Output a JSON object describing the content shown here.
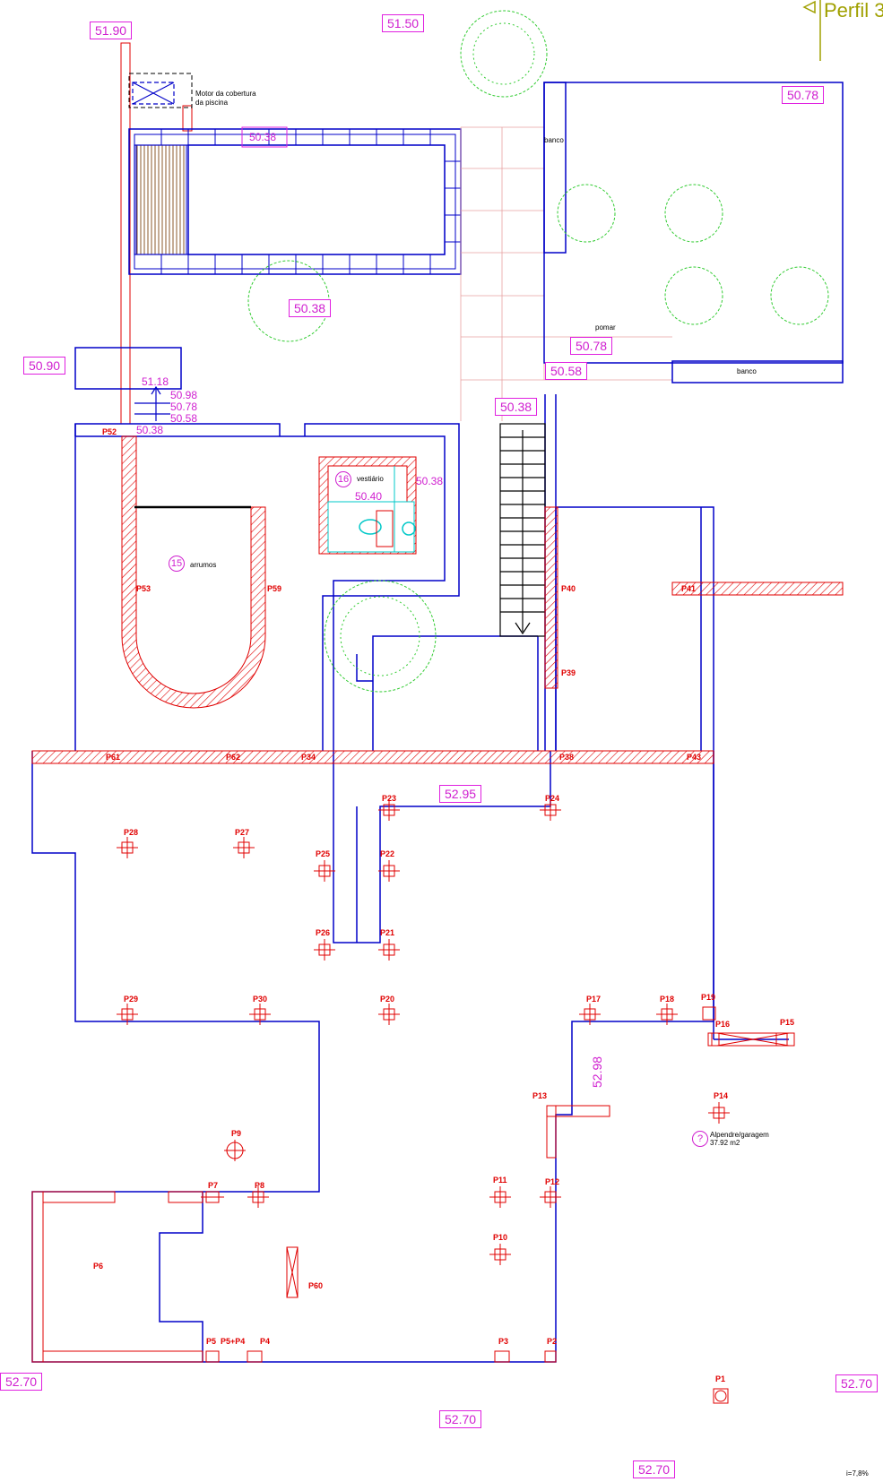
{
  "title": "Perfil 3",
  "level_boxes": [
    "51.90",
    "51.50",
    "50.78",
    "50.38",
    "50.90",
    "50.78",
    "50.58",
    "50.38",
    "52.95",
    "52.70",
    "52.70",
    "52.70",
    "52.70"
  ],
  "levels_small": [
    "51.18",
    "50.98",
    "50.78",
    "50.58",
    "50.38",
    "50.38",
    "50.40",
    "50.38"
  ],
  "level_vertical": "52.98",
  "labels": {
    "pool_cover": "Motor da cobertura",
    "pool_cover2": "da piscina",
    "bench_top": "banco",
    "bench_bottom": "banco",
    "orchard": "pomar",
    "locker_room": "vestiário",
    "storage": "arrumos",
    "garage": "Alpendre/garagem",
    "garage_area": "37.92 m2",
    "slope": "i=7,8%"
  },
  "room_numbers": [
    "16",
    "15",
    "?"
  ],
  "pillars": [
    "P52",
    "P53",
    "P59",
    "P40",
    "P41",
    "P39",
    "P61",
    "P62",
    "P34",
    "P38",
    "P43",
    "P23",
    "P24",
    "P28",
    "P27",
    "P25",
    "P22",
    "P26",
    "P21",
    "P29",
    "P30",
    "P20",
    "P17",
    "P18",
    "P19",
    "P16",
    "P15",
    "P13",
    "P14",
    "P9",
    "P7",
    "P8",
    "P11",
    "P12",
    "P10",
    "P6",
    "P60",
    "P5",
    "P5+P4",
    "P4",
    "P3",
    "P2",
    "P1"
  ],
  "colors": {
    "wall": "#0000c8",
    "struct": "#e00000",
    "level": "#d020d0",
    "tree": "#33cc33",
    "grid": "#e8a0a0",
    "water": "#00c8c8",
    "title": "#a0a000"
  }
}
